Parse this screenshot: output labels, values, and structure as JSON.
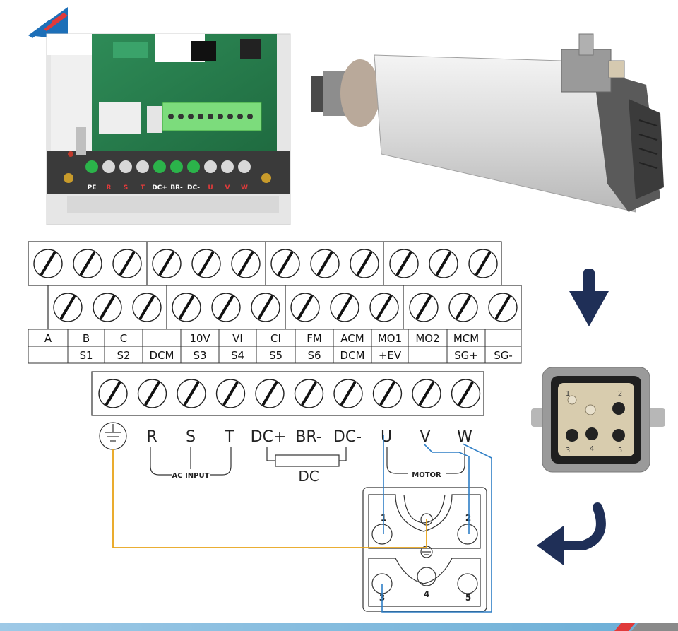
{
  "inverter_photo": {
    "terminal_labels": [
      "PE",
      "R",
      "S",
      "T",
      "DC+",
      "BR-",
      "DC-",
      "U",
      "V",
      "W"
    ]
  },
  "control_terminals": {
    "top_row": [
      "A",
      "B",
      "C",
      "",
      "10V",
      "VI",
      "CI",
      "FM",
      "ACM",
      "MO1",
      "MO2",
      "MCM",
      ""
    ],
    "bottom_row": [
      "",
      "S1",
      "S2",
      "DCM",
      "S3",
      "S4",
      "S5",
      "S6",
      "DCM",
      "+EV",
      "",
      "SG+",
      "SG-"
    ]
  },
  "power_terminals": {
    "labels": [
      "R",
      "S",
      "T",
      "DC+",
      "BR-",
      "DC-",
      "U",
      "V",
      "W"
    ],
    "ac_input_label": "AC INPUT",
    "dc_label": "DC",
    "motor_label": "MOTOR"
  },
  "plug_diagram": {
    "pins": [
      "1",
      "2",
      "3",
      "4",
      "5"
    ]
  },
  "connector_photo": {
    "pins": [
      "1",
      "2",
      "3",
      "4",
      "5"
    ]
  },
  "colors": {
    "ground_wire": "#e8a317",
    "phase_wire": "#2f7fc6",
    "arrow": "#1f2f57",
    "outline": "#333333"
  }
}
